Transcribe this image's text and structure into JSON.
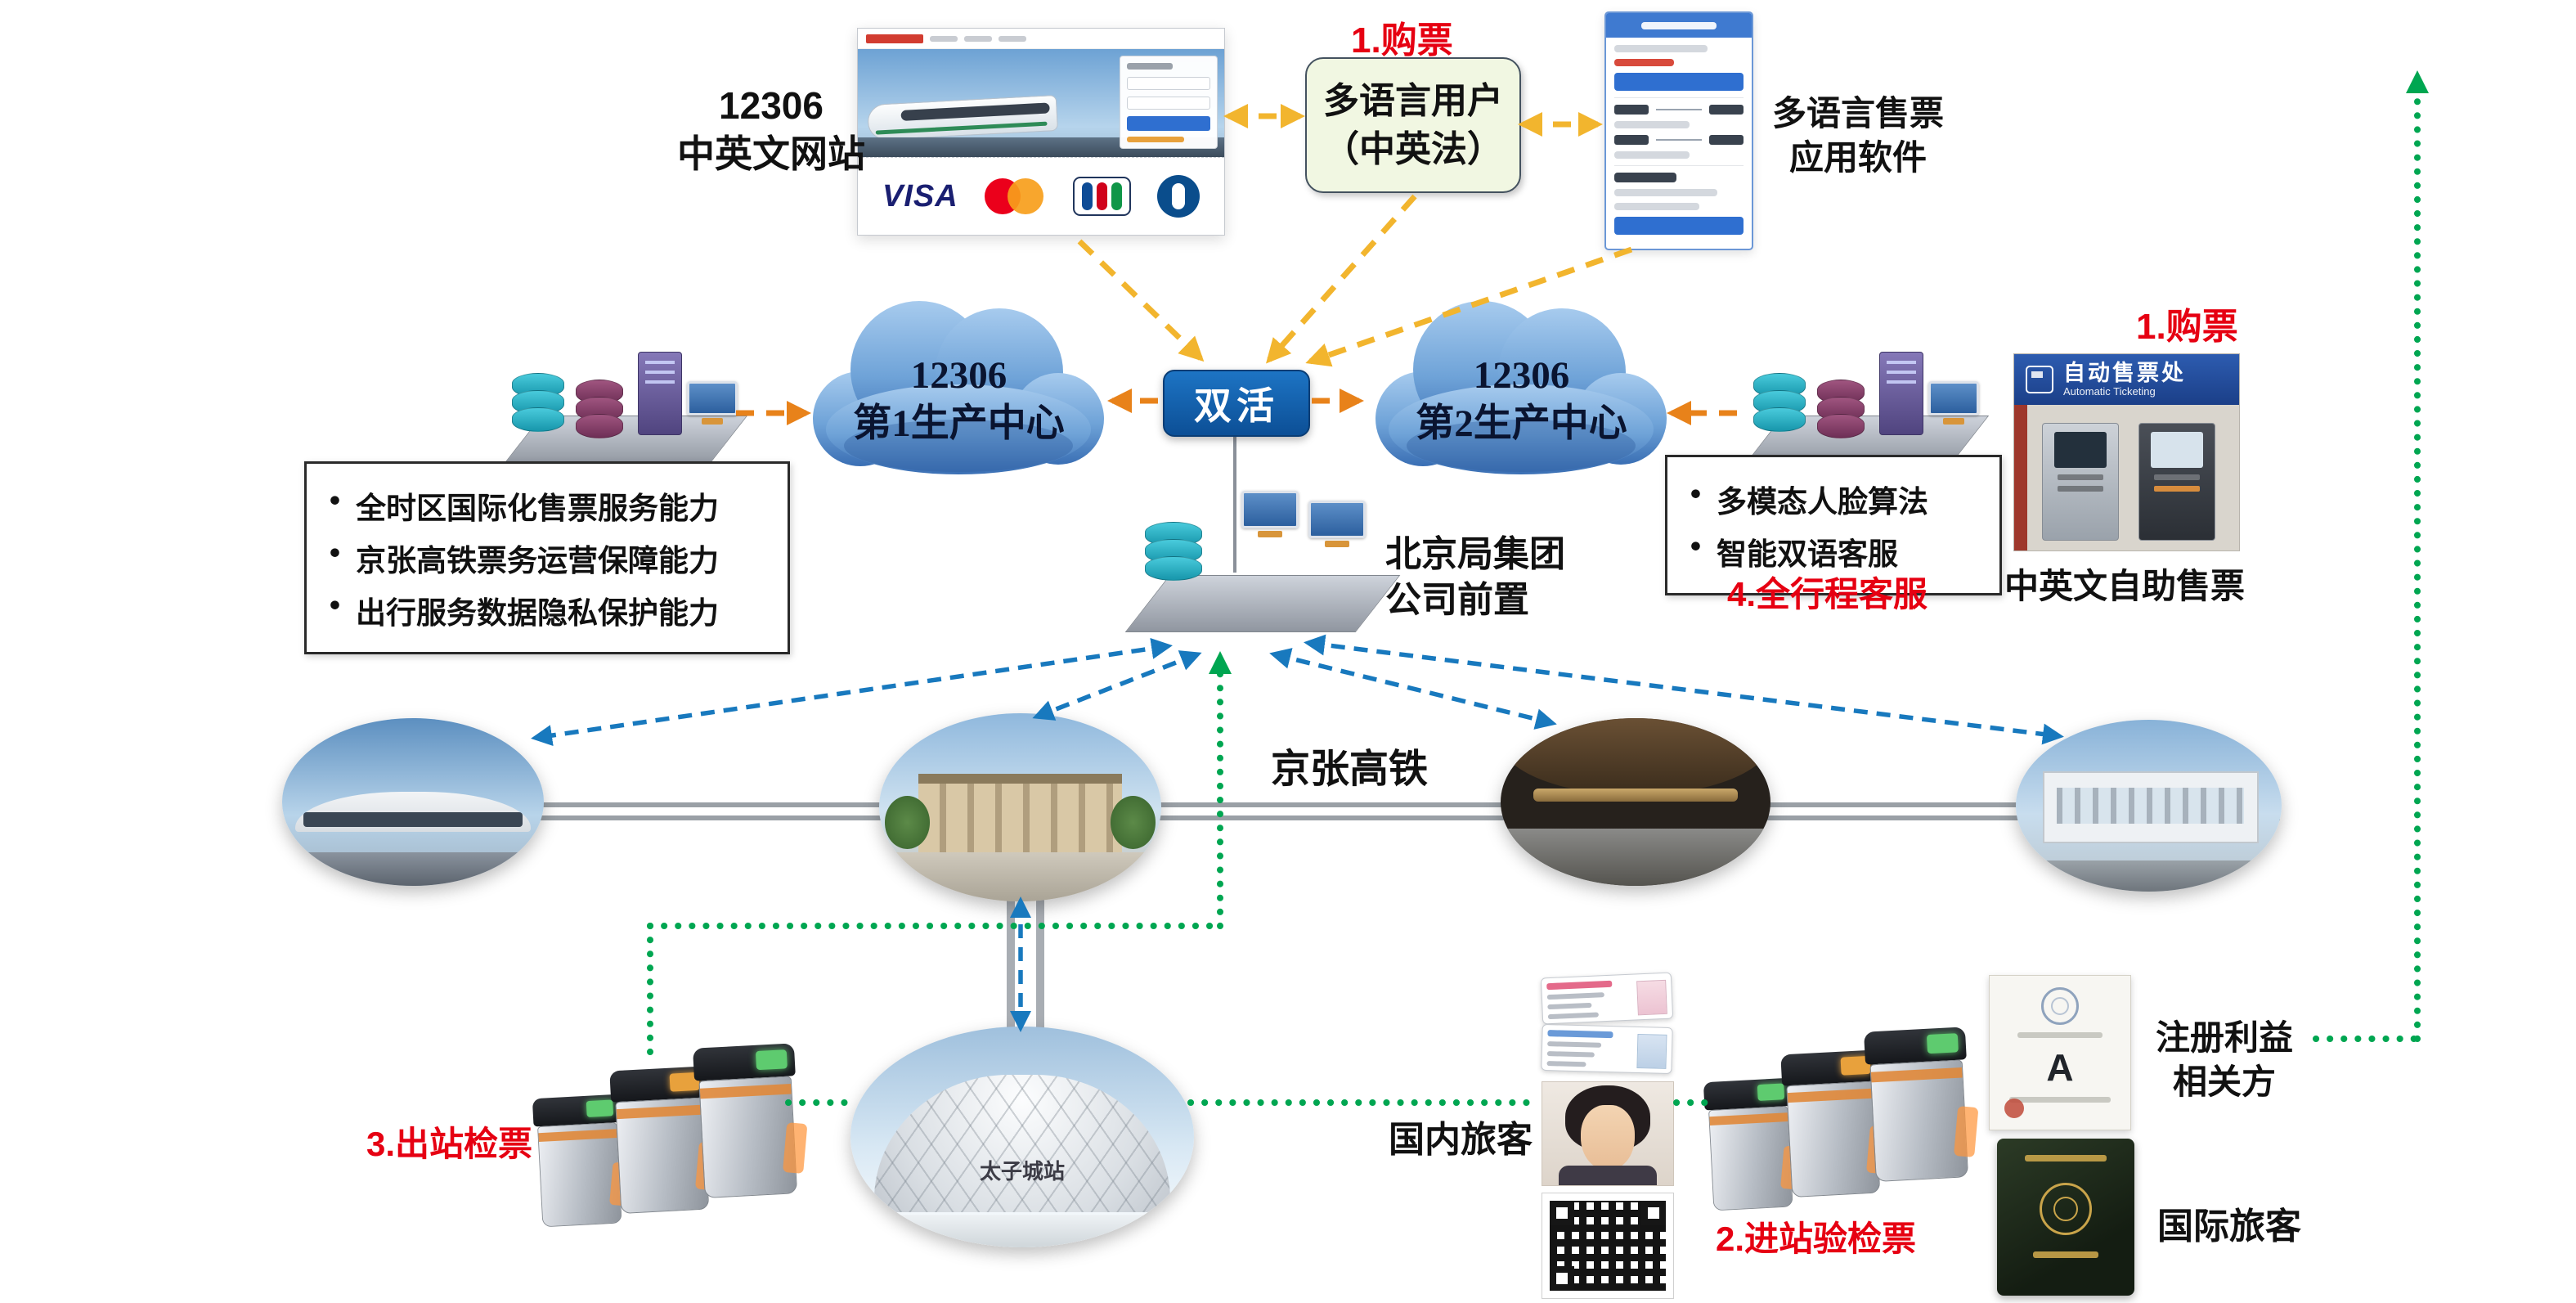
{
  "website": {
    "label_line1": "12306",
    "label_line2": "中英文网站",
    "pay_visa": "VISA"
  },
  "user_box": {
    "line1": "多语言用户",
    "line2": "（中英法）"
  },
  "app": {
    "label_line1": "多语言售票",
    "label_line2": "应用软件"
  },
  "steps": {
    "buy_web": "1.购票",
    "buy_machine": "1.购票",
    "entry_check": "2.进站验检票",
    "exit_check": "3.出站检票",
    "journey_service": "4.全行程客服"
  },
  "clouds": {
    "active_active": "双活",
    "c1_line1": "12306",
    "c1_line2": "第1生产中心",
    "c2_line1": "12306",
    "c2_line2": "第2生产中心"
  },
  "capabilities_left": {
    "items": [
      "全时区国际化售票服务能力",
      "京张高铁票务运营保障能力",
      "出行服务数据隐私保护能力"
    ]
  },
  "capabilities_right": {
    "items": [
      "多模态人脸算法",
      "智能双语客服"
    ]
  },
  "front_node": {
    "line1": "北京局集团",
    "line2": "公司前置"
  },
  "railway_label": "京张高铁",
  "self_service": {
    "sign_cn": "自动售票处",
    "sign_en": "Automatic Ticketing",
    "label": "中英文自助售票"
  },
  "passengers": {
    "domestic": "国内旅客",
    "international": "国际旅客"
  },
  "stakeholders": {
    "line1": "注册利益",
    "line2": "相关方"
  },
  "dome_station_label": "太子城站",
  "certificate_letter": "A",
  "colors": {
    "step_red": "#e60012",
    "arrow_yellow": "#f2b52e",
    "arrow_orange": "#e8821a",
    "arrow_blue": "#1879be",
    "arrow_green": "#00a651",
    "cloud_blue": "#4d86c6",
    "active_active_blue": "#1061ad",
    "user_box_green": "#f1f7e2"
  }
}
